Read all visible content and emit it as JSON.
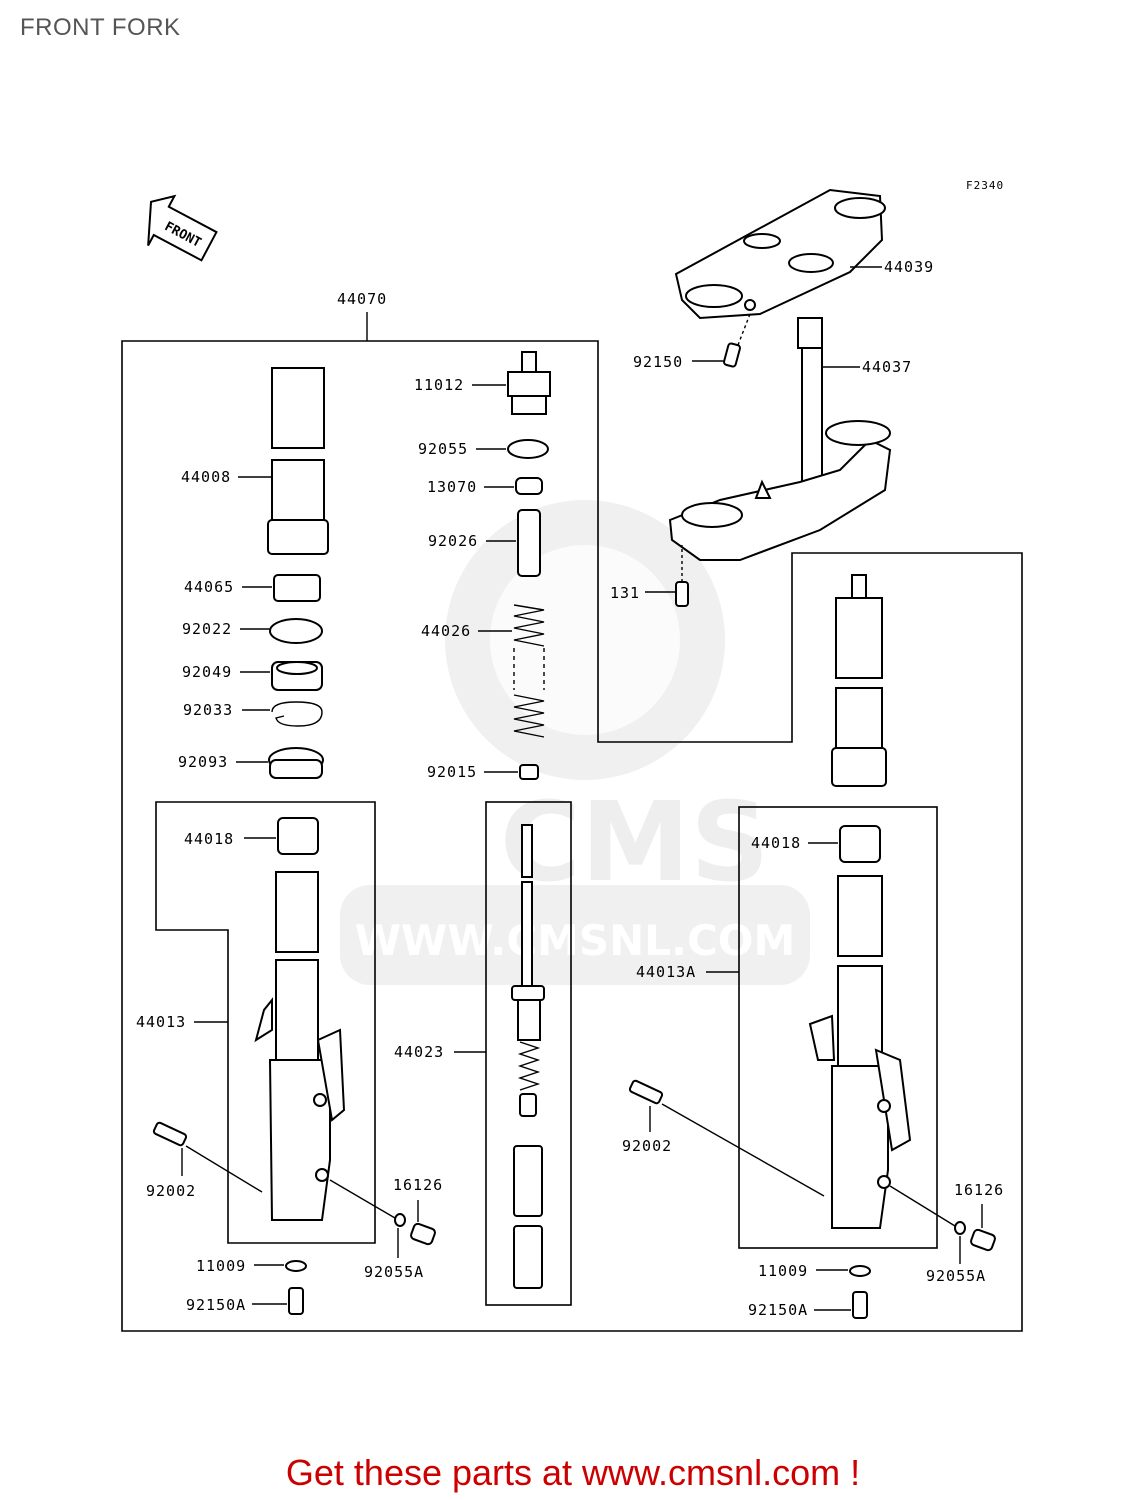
{
  "title": "FRONT FORK",
  "drawing_code": "F2340",
  "front_arrow_label": "FRONT",
  "watermark": {
    "brand": "CMS",
    "url": "WWW.CMSNL.COM"
  },
  "footer": "Get these parts at www.cmsnl.com !",
  "parts": {
    "p44070": "44070",
    "p44039": "44039",
    "p92150": "92150",
    "p44037": "44037",
    "p131": "131",
    "p11012": "11012",
    "p92055": "92055",
    "p13070": "13070",
    "p92026": "92026",
    "p44026": "44026",
    "p92015": "92015",
    "p44023": "44023",
    "p44008": "44008",
    "p44065": "44065",
    "p92022": "92022",
    "p92049": "92049",
    "p92033": "92033",
    "p92093": "92093",
    "p44018_l": "44018",
    "p44013": "44013",
    "p92002_l": "92002",
    "p16126_l": "16126",
    "p92055A_l": "92055A",
    "p11009_l": "11009",
    "p92150A_l": "92150A",
    "p44018_r": "44018",
    "p44013A": "44013A",
    "p92002_r": "92002",
    "p16126_r": "16126",
    "p92055A_r": "92055A",
    "p11009_r": "11009",
    "p92150A_r": "92150A"
  }
}
